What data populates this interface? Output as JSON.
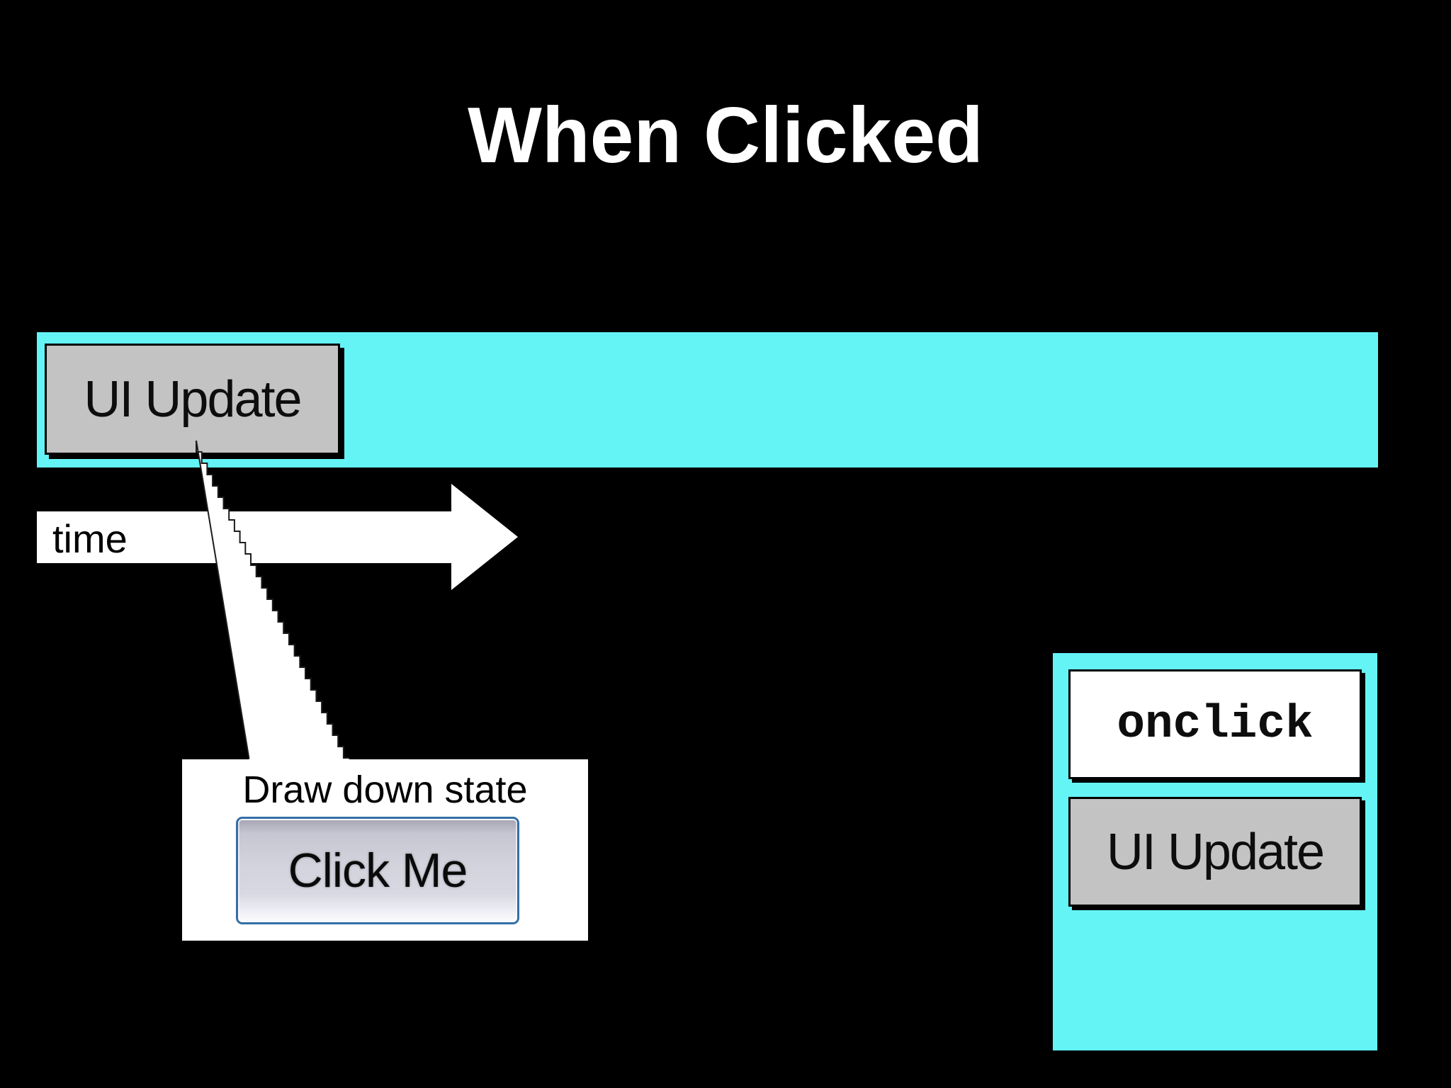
{
  "slide": {
    "title": "When Clicked",
    "background_color": "#000000",
    "accent_cyan": "#64f4f6",
    "box_gray": "#c3c3c3",
    "title_color": "#ffffff"
  },
  "timeline": {
    "ui_update_label": "UI Update",
    "time_label": "time",
    "arrow_color": "#ffffff"
  },
  "callout": {
    "caption": "Draw down state",
    "button_label": "Click Me",
    "button_border_color": "#336fa6"
  },
  "event_panel": {
    "onclick_label": "onclick",
    "ui_update_label": "UI Update"
  }
}
